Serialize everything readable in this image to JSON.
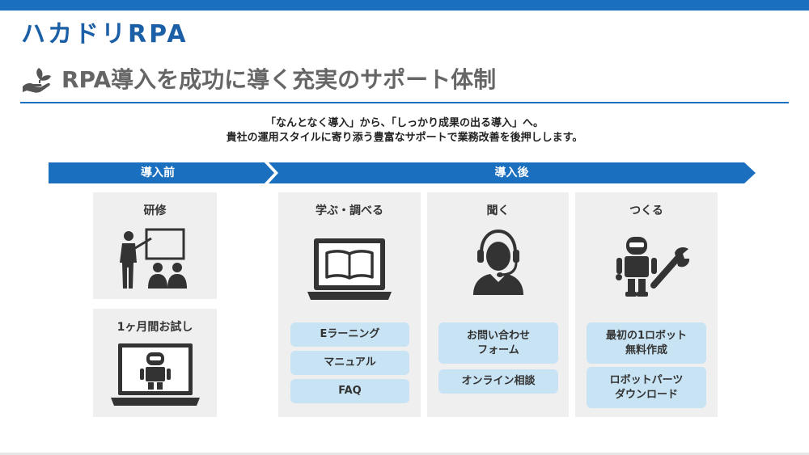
{
  "logo": "ハカドリRPA",
  "title": "RPA導入を成功に導く充実のサポート体制",
  "lead": {
    "line1": "「なんとなく導入」から、「しっかり成果の出る導入」へ。",
    "line2": "貴社の運用スタイルに寄り添う豊富なサポートで業務改善を後押しします。"
  },
  "phases": {
    "before": "導入前",
    "after": "導入後"
  },
  "cards": {
    "training": {
      "title": "研修",
      "icon": "training-presenter-icon"
    },
    "trial": {
      "title": "1ヶ月間お試し",
      "icon": "laptop-robot-icon"
    },
    "learn": {
      "title": "学ぶ・調べる",
      "icon": "laptop-book-icon",
      "items": [
        "Eラーニング",
        "マニュアル",
        "FAQ"
      ]
    },
    "ask": {
      "title": "聞く",
      "icon": "headset-operator-icon",
      "items": [
        "お問い合わせ\nフォーム",
        "オンライン相談"
      ]
    },
    "make": {
      "title": "つくる",
      "icon": "robot-wrench-icon",
      "items": [
        "最初の1ロボット\n無料作成",
        "ロボットパーツ\nダウンロード"
      ]
    }
  },
  "colors": {
    "brand": "#1b6fbf",
    "pill": "#c8e3f3",
    "card": "#efefef",
    "icon": "#333333"
  }
}
